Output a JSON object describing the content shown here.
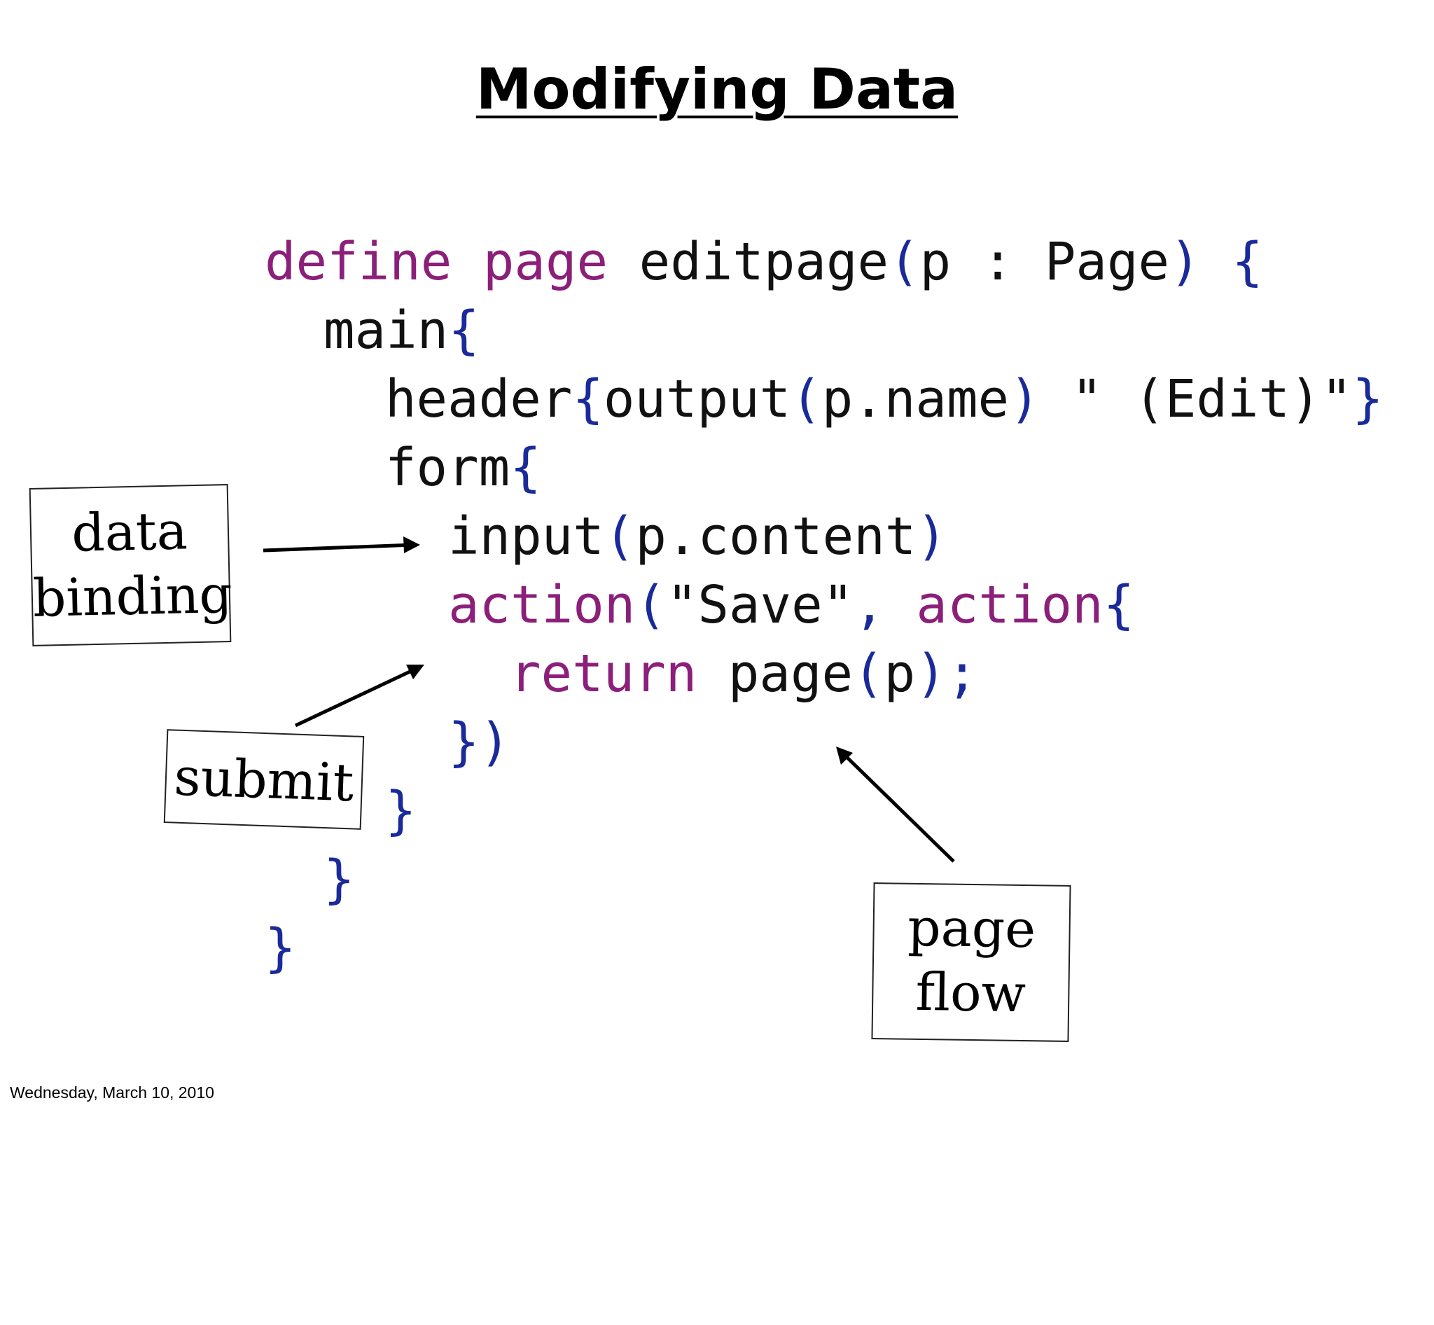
{
  "slide": {
    "title": "Modifying Data",
    "footer_date": "Wednesday, March 10, 2010"
  },
  "code": {
    "l1": {
      "kw1": "define",
      "kw2": "page",
      "name": "editpage",
      "open": "(",
      "param": "p : Page",
      "close": ")",
      "brace": "{"
    },
    "l2": {
      "text": "main",
      "brace": "{"
    },
    "l3": {
      "text": "header",
      "b1": "{",
      "fn": "output",
      "p1": "(",
      "arg": "p.name",
      "p2": ")",
      "str": " \" (Edit)\"",
      "b2": "}"
    },
    "l4": {
      "text": "form",
      "brace": "{"
    },
    "l5": {
      "text": "input",
      "p1": "(",
      "arg": "p.content",
      "p2": ")"
    },
    "l6": {
      "kw": "action",
      "p1": "(",
      "str": "\"Save\"",
      "comma": ",",
      "kw2": "action",
      "brace": "{"
    },
    "l7": {
      "kw": "return",
      "text": "page",
      "p1": "(",
      "arg": "p",
      "p2": ");"
    },
    "l8": {
      "text": "})"
    },
    "l9": {
      "text": "}"
    },
    "l10": {
      "text": "}"
    },
    "l11": {
      "text": "}"
    }
  },
  "annotations": {
    "data_binding": {
      "line1": "data",
      "line2": "binding"
    },
    "submit": {
      "label": "submit"
    },
    "page_flow": {
      "line1": "page",
      "line2": "flow"
    }
  }
}
